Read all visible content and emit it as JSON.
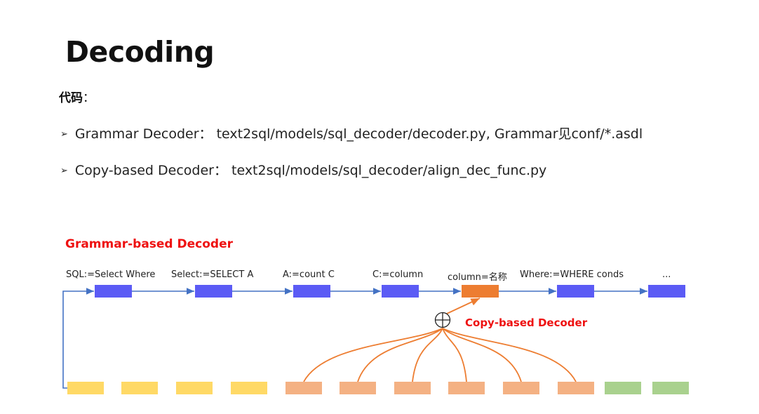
{
  "title": "Decoding",
  "code": {
    "label": "代码",
    "sep": "："
  },
  "bullets": [
    {
      "marker": "➢",
      "text": "Grammar Decoder： text2sql/models/sql_decoder/decoder.py, Grammar见conf/*.asdl"
    },
    {
      "marker": "➢",
      "text": "Copy-based Decoder： text2sql/models/sql_decoder/align_dec_func.py"
    }
  ],
  "diagram": {
    "title": "Grammar-based Decoder",
    "copy_label": "Copy-based Decoder",
    "steps": [
      "SQL:=Select Where",
      "Select:=SELECT A",
      "A:=count C",
      "C:=column",
      "column=名称",
      "Where:=WHERE conds",
      "..."
    ],
    "step_colors": [
      "#5b5bf5",
      "#5b5bf5",
      "#5b5bf5",
      "#5b5bf5",
      "#ed7d31",
      "#5b5bf5",
      "#5b5bf5"
    ],
    "input_colors": [
      "#ffd966",
      "#ffd966",
      "#ffd966",
      "#ffd966",
      "#f4b183",
      "#f4b183",
      "#f4b183",
      "#f4b183",
      "#f4b183",
      "#f4b183",
      "#a9d18e",
      "#a9d18e"
    ],
    "line_color": "#4472c4",
    "curve_color": "#ed7d31"
  }
}
